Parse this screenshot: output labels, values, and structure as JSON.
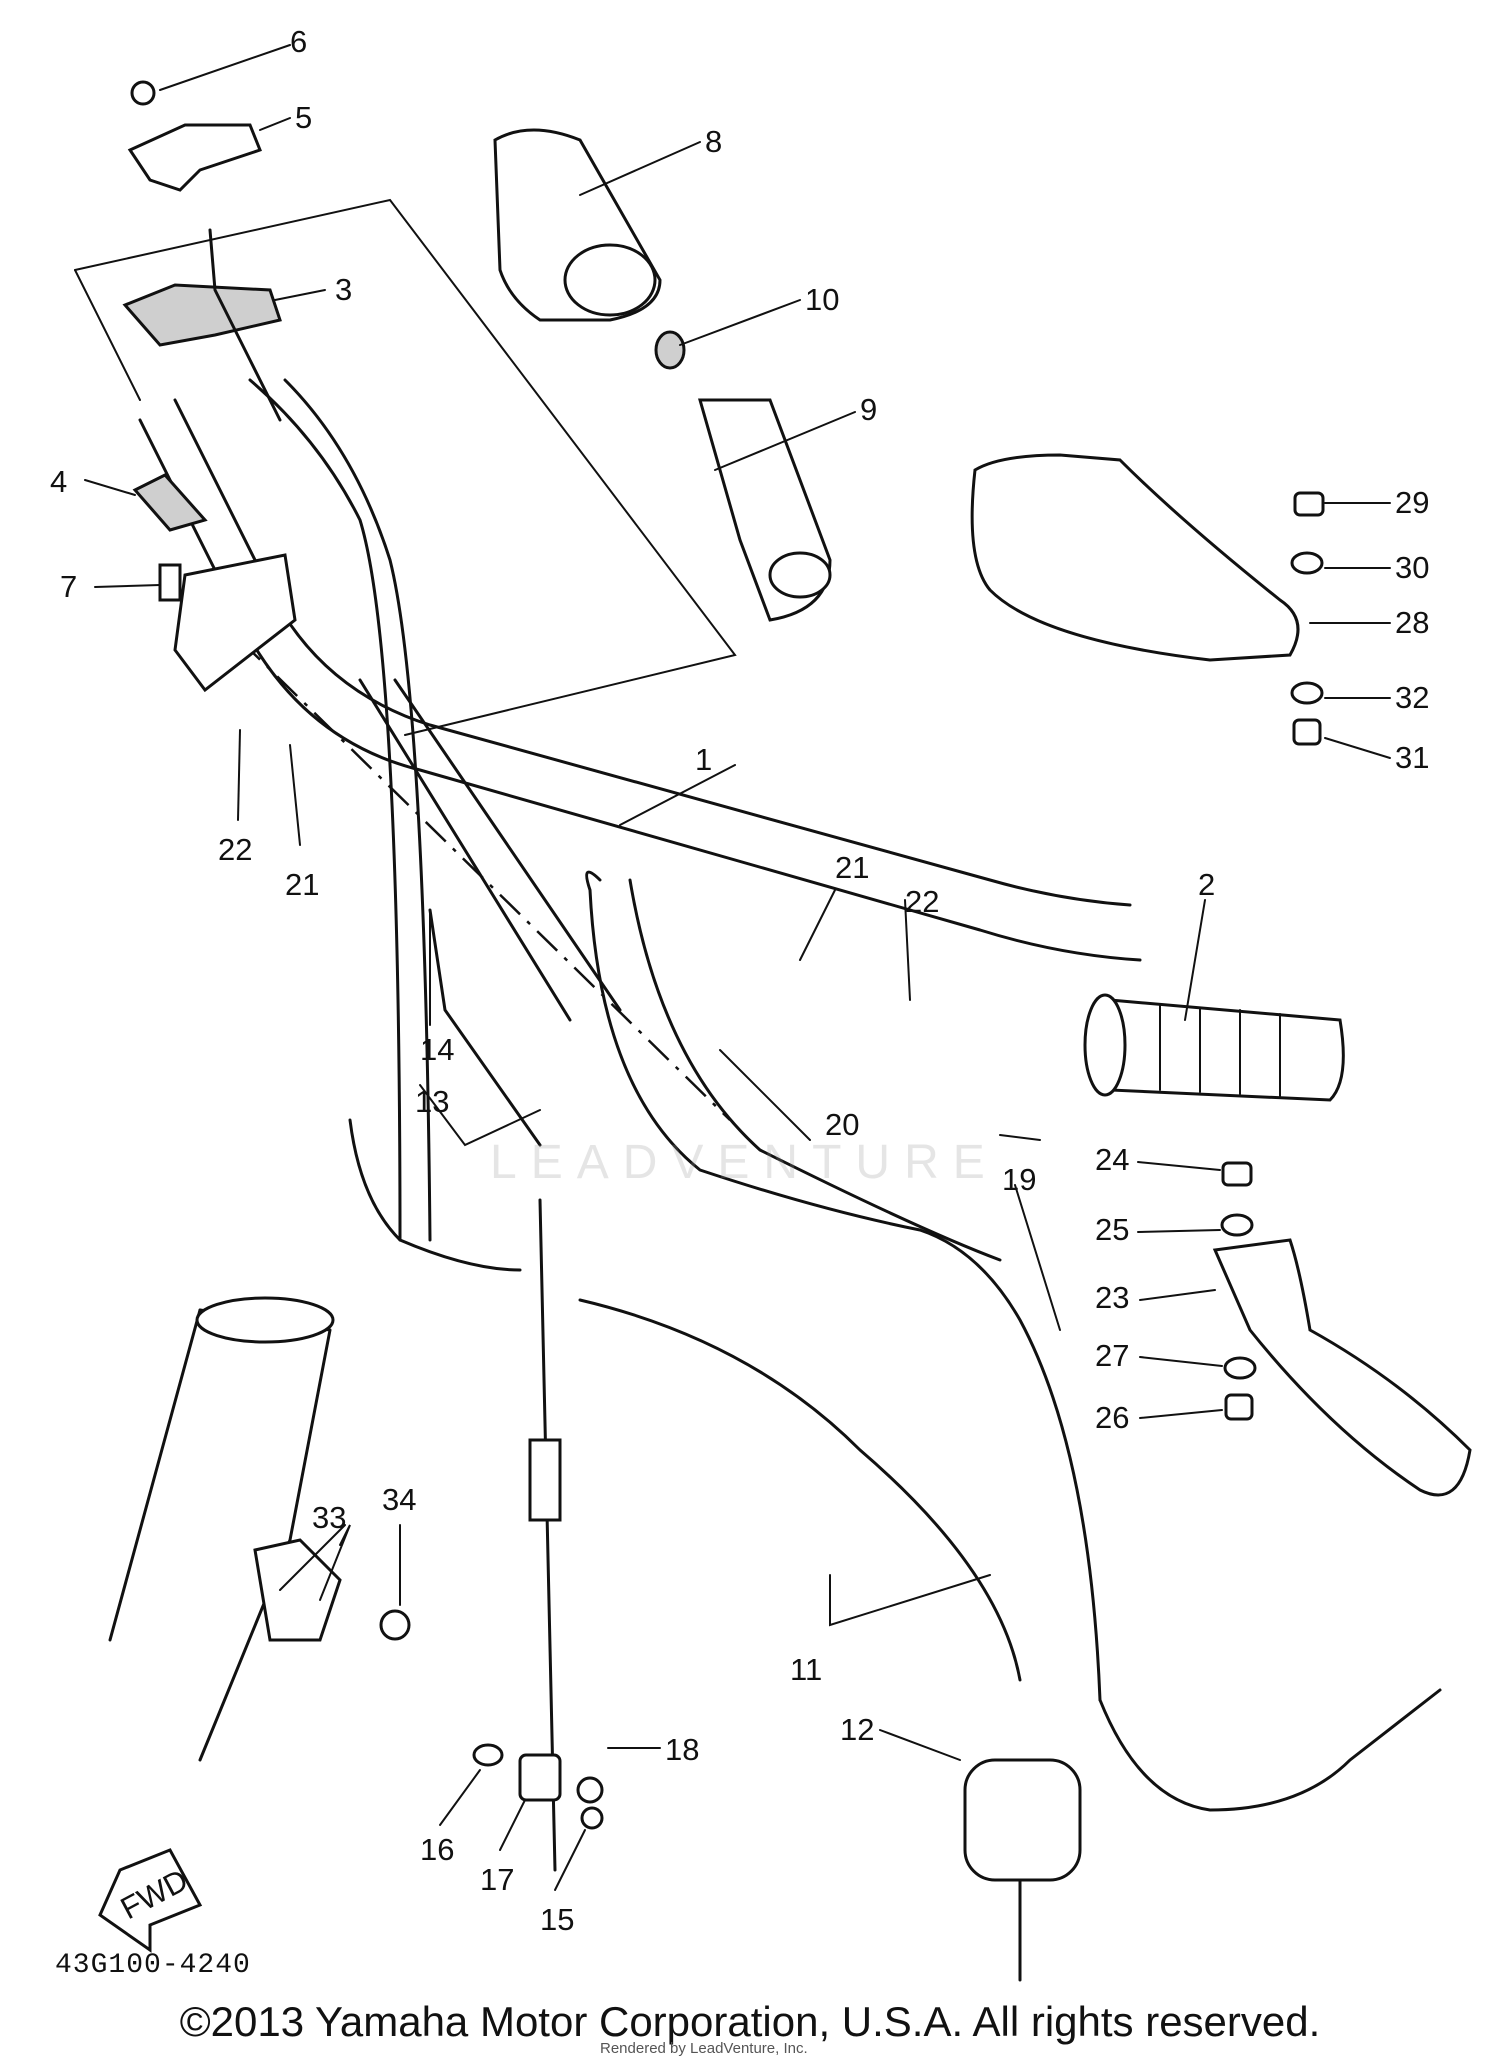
{
  "diagram": {
    "drawing_code": "43G100-4240",
    "copyright": "©2013 Yamaha Motor Corporation, U.S.A. All rights reserved.",
    "rendered_by": "Rendered by LeadVenture, Inc.",
    "watermark": "LEADVENTURE",
    "fwd_label": "FWD",
    "callouts": [
      "6",
      "5",
      "8",
      "3",
      "10",
      "9",
      "4",
      "7",
      "29",
      "30",
      "28",
      "32",
      "31",
      "1",
      "22",
      "21",
      "2",
      "21",
      "22",
      "14",
      "13",
      "20",
      "24",
      "25",
      "19",
      "23",
      "27",
      "26",
      "33",
      "34",
      "11",
      "12",
      "18",
      "16",
      "17",
      "15"
    ]
  }
}
